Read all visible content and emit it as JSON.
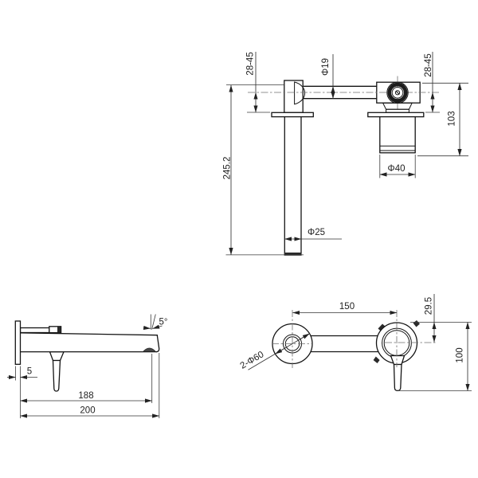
{
  "drawing": {
    "title": "wall-mounted-basin-mixer-dimension-drawing",
    "background_color": "#ffffff",
    "line_color": "#141414",
    "views": {
      "plan": {
        "labels": {
          "wall_depth_left": "28-45",
          "pipe_diameter": "Φ19",
          "wall_depth_right": "28-45",
          "valve_depth": "103",
          "valve_diameter": "Φ40",
          "total_length": "245.2",
          "spout_diameter": "Φ25"
        }
      },
      "side": {
        "labels": {
          "tip_angle": "5°",
          "plate_thickness": "5",
          "aerator_projection": "188",
          "total_projection": "200"
        }
      },
      "front": {
        "labels": {
          "center_distance": "150",
          "escutcheon_diameter": "2-Φ60",
          "center_offset": "29.5",
          "handle_drop": "100"
        }
      }
    }
  }
}
